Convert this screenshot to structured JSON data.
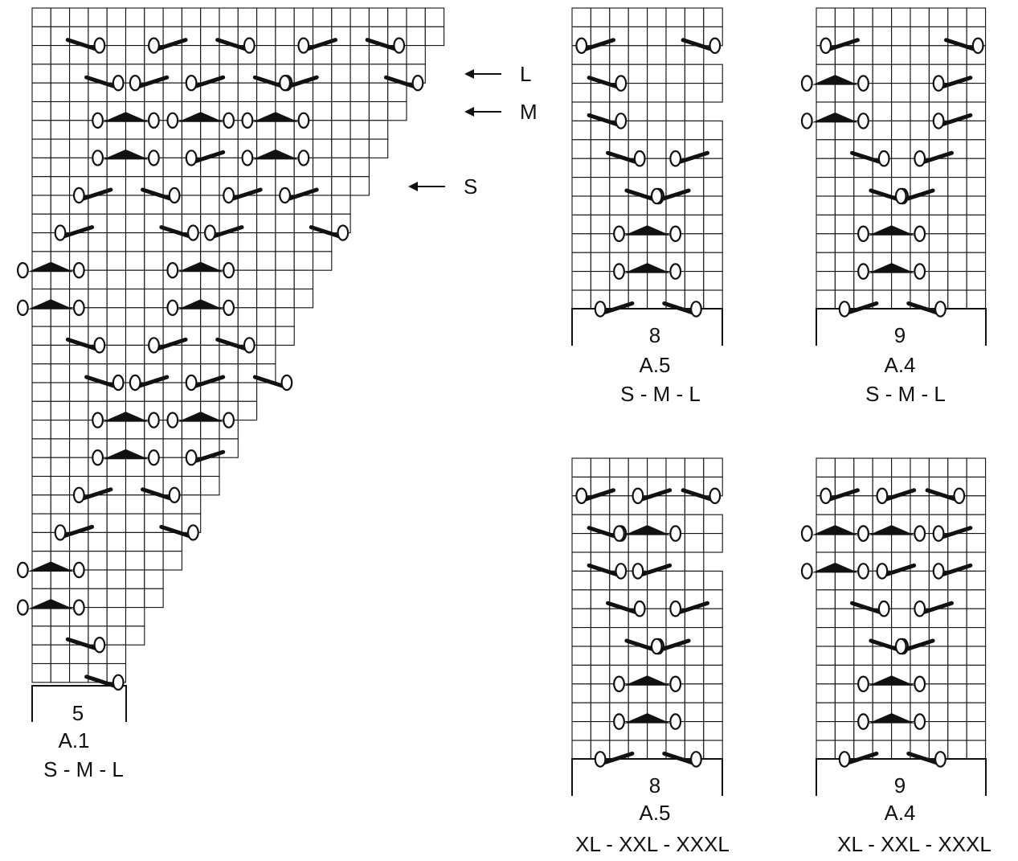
{
  "colors": {
    "ink": "#111111",
    "paper": "#ffffff"
  },
  "symbol_names": [
    "yarn-over-circle",
    "decrease-slash",
    "double-decrease-triangle"
  ],
  "size_markers": [
    {
      "label": "L"
    },
    {
      "label": "M"
    },
    {
      "label": "S"
    }
  ],
  "charts": [
    {
      "id": "a1",
      "caption_stitches": "5",
      "caption_name": "A.1",
      "caption_sizes": "S - M - L",
      "symbols": [
        {
          "t": "sl",
          "r": 1,
          "c": 1,
          "d": "r"
        },
        {
          "t": "sl",
          "r": 1,
          "c": 6,
          "d": "l"
        },
        {
          "t": "sl",
          "r": 1,
          "c": 9,
          "d": "r"
        },
        {
          "t": "sl",
          "r": 1,
          "c": 14,
          "d": "l"
        },
        {
          "t": "sl",
          "r": 1,
          "c": 17,
          "d": "r"
        },
        {
          "t": "sl",
          "r": 3,
          "c": 2,
          "d": "r"
        },
        {
          "t": "sl",
          "r": 3,
          "c": 5,
          "d": "l"
        },
        {
          "t": "sl",
          "r": 3,
          "c": 8,
          "d": "l"
        },
        {
          "t": "sl",
          "r": 3,
          "c": 11,
          "d": "r"
        },
        {
          "t": "sl",
          "r": 3,
          "c": 13,
          "d": "l"
        },
        {
          "t": "sl",
          "r": 3,
          "c": 18,
          "d": "r"
        },
        {
          "t": "tr",
          "r": 5,
          "c": 3
        },
        {
          "t": "tr",
          "r": 5,
          "c": 7
        },
        {
          "t": "tr",
          "r": 5,
          "c": 11
        },
        {
          "t": "tr",
          "r": 7,
          "c": 3
        },
        {
          "t": "sl",
          "r": 7,
          "c": 8,
          "d": "l"
        },
        {
          "t": "tr",
          "r": 7,
          "c": 11
        },
        {
          "t": "sl",
          "r": 9,
          "c": 2,
          "d": "l"
        },
        {
          "t": "sl",
          "r": 9,
          "c": 5,
          "d": "r"
        },
        {
          "t": "sl",
          "r": 9,
          "c": 10,
          "d": "l"
        },
        {
          "t": "sl",
          "r": 9,
          "c": 13,
          "d": "l"
        },
        {
          "t": "sl",
          "r": 11,
          "c": 1,
          "d": "l"
        },
        {
          "t": "sl",
          "r": 11,
          "c": 6,
          "d": "r"
        },
        {
          "t": "sl",
          "r": 11,
          "c": 9,
          "d": "l"
        },
        {
          "t": "sl",
          "r": 11,
          "c": 14,
          "d": "r"
        },
        {
          "t": "tr",
          "r": 13,
          "c": -1
        },
        {
          "t": "tr",
          "r": 13,
          "c": 7
        },
        {
          "t": "tr",
          "r": 15,
          "c": -1
        },
        {
          "t": "tr",
          "r": 15,
          "c": 7
        },
        {
          "t": "sl",
          "r": 17,
          "c": 1,
          "d": "r"
        },
        {
          "t": "sl",
          "r": 17,
          "c": 6,
          "d": "l"
        },
        {
          "t": "sl",
          "r": 17,
          "c": 9,
          "d": "r"
        },
        {
          "t": "sl",
          "r": 19,
          "c": 2,
          "d": "r"
        },
        {
          "t": "sl",
          "r": 19,
          "c": 5,
          "d": "l"
        },
        {
          "t": "sl",
          "r": 19,
          "c": 8,
          "d": "l"
        },
        {
          "t": "sl",
          "r": 19,
          "c": 11,
          "d": "r"
        },
        {
          "t": "tr",
          "r": 21,
          "c": 3
        },
        {
          "t": "tr",
          "r": 21,
          "c": 7
        },
        {
          "t": "tr",
          "r": 23,
          "c": 3
        },
        {
          "t": "sl",
          "r": 23,
          "c": 8,
          "d": "l"
        },
        {
          "t": "sl",
          "r": 25,
          "c": 2,
          "d": "l"
        },
        {
          "t": "sl",
          "r": 25,
          "c": 5,
          "d": "r"
        },
        {
          "t": "sl",
          "r": 27,
          "c": 1,
          "d": "l"
        },
        {
          "t": "sl",
          "r": 27,
          "c": 6,
          "d": "r"
        },
        {
          "t": "tr",
          "r": 29,
          "c": -1
        },
        {
          "t": "tr",
          "r": 31,
          "c": -1
        },
        {
          "t": "sl",
          "r": 33,
          "c": 1,
          "d": "r"
        },
        {
          "t": "sl",
          "r": 35,
          "c": 2,
          "d": "r"
        }
      ]
    },
    {
      "id": "a5-sml",
      "caption_stitches": "8",
      "caption_name": "A.5",
      "caption_sizes": "S - M - L",
      "symbols": [
        {
          "t": "sl",
          "r": 1,
          "c": 0,
          "d": "l"
        },
        {
          "t": "sl",
          "r": 1,
          "c": 5,
          "d": "r"
        },
        {
          "t": "sl",
          "r": 3,
          "c": 0,
          "d": "r"
        },
        {
          "t": "sl",
          "r": 5,
          "c": 0,
          "d": "r"
        },
        {
          "t": "sl",
          "r": 7,
          "c": 1,
          "d": "r"
        },
        {
          "t": "sl",
          "r": 7,
          "c": 5,
          "d": "l"
        },
        {
          "t": "sl",
          "r": 9,
          "c": 2,
          "d": "r"
        },
        {
          "t": "sl",
          "r": 9,
          "c": 4,
          "d": "l"
        },
        {
          "t": "tr",
          "r": 11,
          "c": 2
        },
        {
          "t": "tr",
          "r": 13,
          "c": 2
        },
        {
          "t": "sl",
          "r": 15,
          "c": 1,
          "d": "l"
        },
        {
          "t": "sl",
          "r": 15,
          "c": 4,
          "d": "r"
        }
      ]
    },
    {
      "id": "a4-sml",
      "caption_stitches": "9",
      "caption_name": "A.4",
      "caption_sizes": "S - M - L",
      "symbols": [
        {
          "t": "sl",
          "r": 1,
          "c": 0,
          "d": "l"
        },
        {
          "t": "sl",
          "r": 1,
          "c": 6,
          "d": "r"
        },
        {
          "t": "tr",
          "r": 3,
          "c": -1
        },
        {
          "t": "sl",
          "r": 3,
          "c": 6,
          "d": "l"
        },
        {
          "t": "tr",
          "r": 5,
          "c": -1
        },
        {
          "t": "sl",
          "r": 5,
          "c": 6,
          "d": "l"
        },
        {
          "t": "sl",
          "r": 7,
          "c": 1,
          "d": "r"
        },
        {
          "t": "sl",
          "r": 7,
          "c": 5,
          "d": "l"
        },
        {
          "t": "sl",
          "r": 9,
          "c": 2,
          "d": "r"
        },
        {
          "t": "sl",
          "r": 9,
          "c": 4,
          "d": "l"
        },
        {
          "t": "tr",
          "r": 11,
          "c": 2
        },
        {
          "t": "tr",
          "r": 13,
          "c": 2
        },
        {
          "t": "sl",
          "r": 15,
          "c": 1,
          "d": "l"
        },
        {
          "t": "sl",
          "r": 15,
          "c": 4,
          "d": "r"
        }
      ]
    },
    {
      "id": "a5-xl",
      "caption_stitches": "8",
      "caption_name": "A.5",
      "caption_sizes": "XL - XXL - XXXL",
      "symbols": [
        {
          "t": "sl",
          "r": 1,
          "c": 0,
          "d": "l"
        },
        {
          "t": "sl",
          "r": 1,
          "c": 3,
          "d": "l"
        },
        {
          "t": "sl",
          "r": 1,
          "c": 5,
          "d": "r"
        },
        {
          "t": "sl",
          "r": 3,
          "c": 0,
          "d": "r"
        },
        {
          "t": "tr",
          "r": 3,
          "c": 2
        },
        {
          "t": "sl",
          "r": 5,
          "c": 0,
          "d": "r"
        },
        {
          "t": "sl",
          "r": 5,
          "c": 3,
          "d": "l"
        },
        {
          "t": "sl",
          "r": 7,
          "c": 1,
          "d": "r"
        },
        {
          "t": "sl",
          "r": 7,
          "c": 5,
          "d": "l"
        },
        {
          "t": "sl",
          "r": 9,
          "c": 2,
          "d": "r"
        },
        {
          "t": "sl",
          "r": 9,
          "c": 4,
          "d": "l"
        },
        {
          "t": "tr",
          "r": 11,
          "c": 2
        },
        {
          "t": "tr",
          "r": 13,
          "c": 2
        },
        {
          "t": "sl",
          "r": 15,
          "c": 1,
          "d": "l"
        },
        {
          "t": "sl",
          "r": 15,
          "c": 4,
          "d": "r"
        }
      ]
    },
    {
      "id": "a4-xl",
      "caption_stitches": "9",
      "caption_name": "A.4",
      "caption_sizes": "XL - XXL - XXXL",
      "symbols": [
        {
          "t": "sl",
          "r": 1,
          "c": 0,
          "d": "l"
        },
        {
          "t": "sl",
          "r": 1,
          "c": 3,
          "d": "l"
        },
        {
          "t": "sl",
          "r": 1,
          "c": 5,
          "d": "r"
        },
        {
          "t": "tr",
          "r": 3,
          "c": -1
        },
        {
          "t": "tr",
          "r": 3,
          "c": 2
        },
        {
          "t": "sl",
          "r": 3,
          "c": 6,
          "d": "l"
        },
        {
          "t": "tr",
          "r": 5,
          "c": -1
        },
        {
          "t": "sl",
          "r": 5,
          "c": 3,
          "d": "l"
        },
        {
          "t": "sl",
          "r": 5,
          "c": 6,
          "d": "l"
        },
        {
          "t": "sl",
          "r": 7,
          "c": 1,
          "d": "r"
        },
        {
          "t": "sl",
          "r": 7,
          "c": 5,
          "d": "l"
        },
        {
          "t": "sl",
          "r": 9,
          "c": 2,
          "d": "r"
        },
        {
          "t": "sl",
          "r": 9,
          "c": 4,
          "d": "l"
        },
        {
          "t": "tr",
          "r": 11,
          "c": 2
        },
        {
          "t": "tr",
          "r": 13,
          "c": 2
        },
        {
          "t": "sl",
          "r": 15,
          "c": 1,
          "d": "l"
        },
        {
          "t": "sl",
          "r": 15,
          "c": 4,
          "d": "r"
        }
      ]
    }
  ]
}
